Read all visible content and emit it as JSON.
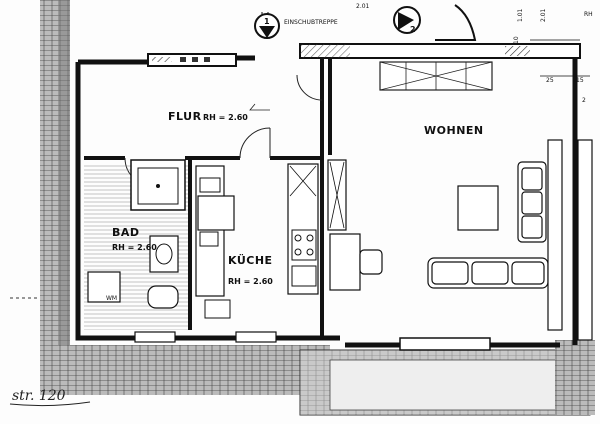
{
  "plan": {
    "rooms": [
      {
        "id": "flur",
        "name": "FLUR",
        "height": "RH = 2.60"
      },
      {
        "id": "bad",
        "name": "BAD",
        "height": "RH = 2.60"
      },
      {
        "id": "kueche",
        "name": "KÜCHE",
        "height": "RH = 2.60"
      },
      {
        "id": "wohnen",
        "name": "WOHNEN"
      }
    ],
    "stair_label": "EINSCHUBTREPPE",
    "markers": [
      {
        "symbol": "1"
      },
      {
        "symbol": "2"
      }
    ],
    "dimensions": {
      "top_a": "2.01",
      "top_b": "1.01",
      "top_c": "2.01",
      "side_a": "10",
      "side_b": "25",
      "side_c": "15",
      "side_d": "2"
    },
    "corner_label": "RH",
    "page_note": "str. 120"
  }
}
